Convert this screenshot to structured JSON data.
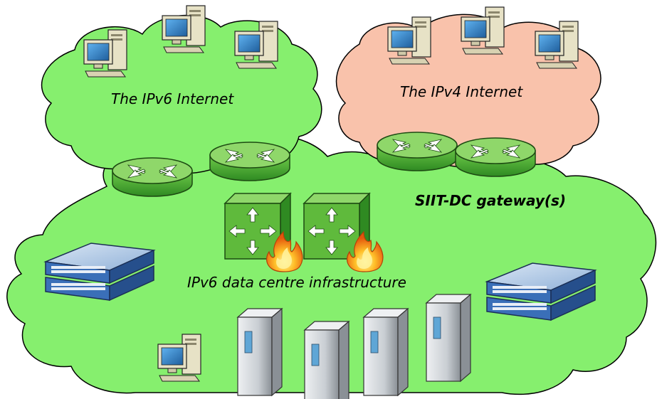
{
  "labels": {
    "ipv6_internet": "The IPv6 Internet",
    "ipv4_internet": "The IPv4 Internet",
    "gateway": "SIIT-DC gateway(s)",
    "datacentre": "IPv6 data centre infrastructure"
  },
  "colors": {
    "ipv6_cloud": "#86ef6e",
    "ipv4_cloud": "#f9c2ab",
    "cloud_outline": "#000000",
    "router_green": "#5fba3c",
    "router_top": "#8fd76a",
    "server_grey": "#c9ced3",
    "monitor_screen": "#2f7fc2",
    "switch_blue": "#3a6fb8",
    "flame_orange": "#f28a12"
  },
  "icons": [
    "desktop-computer-icon",
    "router-icon",
    "firewall-router-icon",
    "network-switch-icon",
    "server-tower-icon",
    "flame-icon"
  ]
}
